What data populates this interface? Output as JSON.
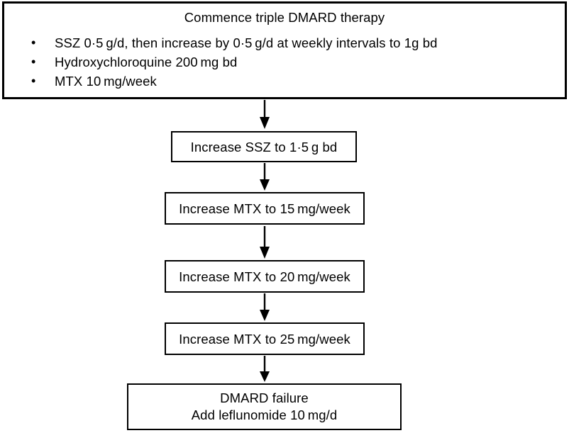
{
  "figure": {
    "type": "clinical-treatment-flowchart",
    "header": {
      "title": "Commence triple DMARD therapy",
      "bullet_glyph": "•",
      "items": [
        "SSZ 0·5 g/d, then increase by 0·5 g/d at weekly intervals to 1g bd",
        "Hydroxychloroquine 200 mg bd",
        "MTX 10 mg/week"
      ]
    },
    "steps": [
      {
        "label": "Increase SSZ to 1·5 g bd"
      },
      {
        "label": "Increase MTX to 15 mg/week"
      },
      {
        "label": "Increase MTX to 20 mg/week"
      },
      {
        "label": "Increase MTX to 25 mg/week"
      }
    ],
    "terminal": {
      "line_1": "DMARD failure",
      "line_2": "Add leflunomide 10 mg/d"
    },
    "colors": {
      "stroke": "#000000",
      "background": "#ffffff",
      "text": "#000000"
    }
  }
}
